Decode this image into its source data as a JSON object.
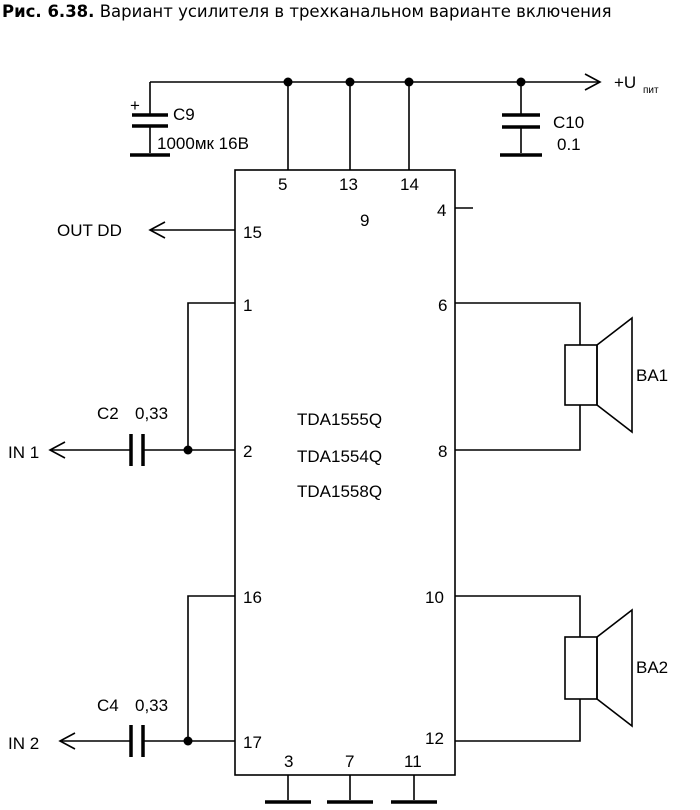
{
  "caption": {
    "number": "Рис. 6.38.",
    "text": "Вариант усилителя в трехканальном варианте включения"
  },
  "chip": {
    "names": [
      "TDA1555Q",
      "TDA1554Q",
      "TDA1558Q"
    ],
    "pin9": "9"
  },
  "pins": {
    "p5": "5",
    "p13": "13",
    "p14": "14",
    "p4": "4",
    "p15": "15",
    "p1": "1",
    "p2": "2",
    "p16": "16",
    "p17": "17",
    "p6": "6",
    "p8": "8",
    "p10": "10",
    "p12": "12",
    "p3": "3",
    "p7": "7",
    "p11": "11"
  },
  "components": {
    "c9_name": "C9",
    "c9_value": "1000мк 16В",
    "c9_plus": "+",
    "c10_name": "C10",
    "c10_value": "0.1",
    "c2_name": "C2",
    "c2_value": "0,33",
    "c4_name": "C4",
    "c4_value": "0,33",
    "ba1": "BA1",
    "ba2": "BA2"
  },
  "terminals": {
    "supply": "+U",
    "supply_sub": "пит",
    "out_dd": "OUT DD",
    "in1": "IN 1",
    "in2": "IN 2"
  }
}
